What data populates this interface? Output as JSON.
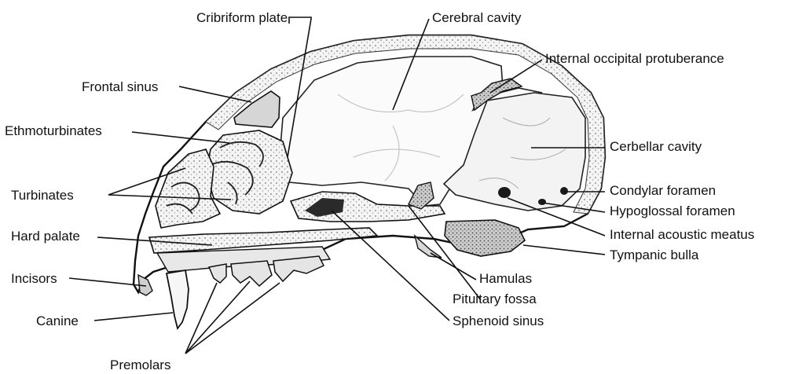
{
  "labels": {
    "cribriform_plate": "Cribriform plate",
    "cerebral_cavity": "Cerebral cavity",
    "internal_occipital_protuberance": "Internal occipital protuberance",
    "frontal_sinus": "Frontal sinus",
    "ethmoturbinates": "Ethmoturbinates",
    "cerbellar_cavity": "Cerbellar cavity",
    "turbinates": "Turbinates",
    "condylar_foramen": "Condylar foramen",
    "hypoglossal_foramen": "Hypoglossal foramen",
    "hard_palate": "Hard palate",
    "internal_acoustic_meatus": "Internal acoustic meatus",
    "tympanic_bulla": "Tympanic bulla",
    "hamulas": "Hamulas",
    "incisors": "Incisors",
    "pituitary_fossa": "Pituitary fossa",
    "canine": "Canine",
    "sphenoid_sinus": "Sphenoid sinus",
    "premolars": "Premolars"
  }
}
